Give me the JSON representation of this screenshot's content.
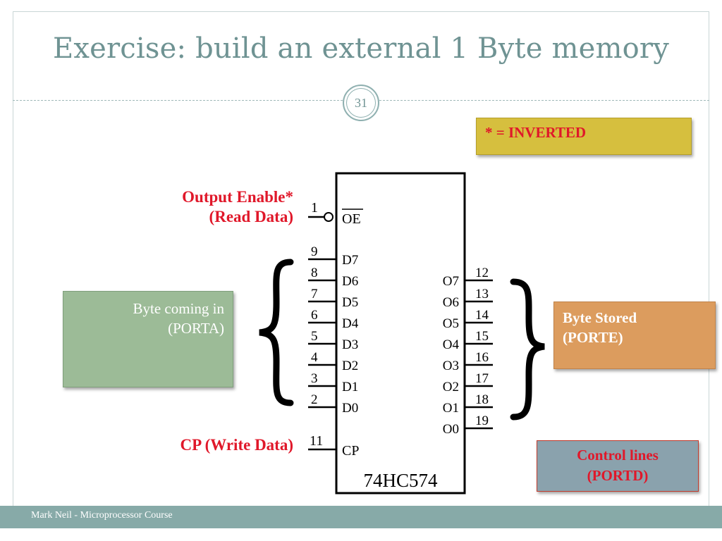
{
  "slide": {
    "title": "Exercise: build an external 1 Byte memory",
    "number": "31",
    "footer": "Mark Neil - Microprocessor Course"
  },
  "legend": {
    "inverted": "* = INVERTED"
  },
  "labels": {
    "output_enable_line1": "Output Enable*",
    "output_enable_line2": "(Read Data)",
    "cp": "CP (Write Data)"
  },
  "boxes": {
    "byte_in_line1": "Byte coming in",
    "byte_in_line2": "(PORTA)",
    "byte_out_line1": "Byte Stored",
    "byte_out_line2": "(PORTE)",
    "control_line1": "Control lines",
    "control_line2": "(PORTD)"
  },
  "chip": {
    "name": "74HC574",
    "oe_pin": {
      "num": "1",
      "label": "OE"
    },
    "cp_pin": {
      "num": "11",
      "label": "CP"
    },
    "inputs": [
      {
        "num": "9",
        "label": "D7"
      },
      {
        "num": "8",
        "label": "D6"
      },
      {
        "num": "7",
        "label": "D5"
      },
      {
        "num": "6",
        "label": "D4"
      },
      {
        "num": "5",
        "label": "D3"
      },
      {
        "num": "4",
        "label": "D2"
      },
      {
        "num": "3",
        "label": "D1"
      },
      {
        "num": "2",
        "label": "D0"
      }
    ],
    "outputs": [
      {
        "num": "12",
        "label": "O7"
      },
      {
        "num": "13",
        "label": "O6"
      },
      {
        "num": "14",
        "label": "O5"
      },
      {
        "num": "15",
        "label": "O4"
      },
      {
        "num": "16",
        "label": "O3"
      },
      {
        "num": "17",
        "label": "O2"
      },
      {
        "num": "18",
        "label": "O1"
      },
      {
        "num": "19",
        "label": "O0"
      }
    ]
  },
  "colors": {
    "title": "#6f9393",
    "highlight_red": "#e0182a",
    "inverted_box": "#d6bf3e",
    "byte_in_box": "#9cbb97",
    "byte_out_box": "#dc9c5e",
    "control_box": "#8aa2ad",
    "footer": "#87aaa8"
  }
}
